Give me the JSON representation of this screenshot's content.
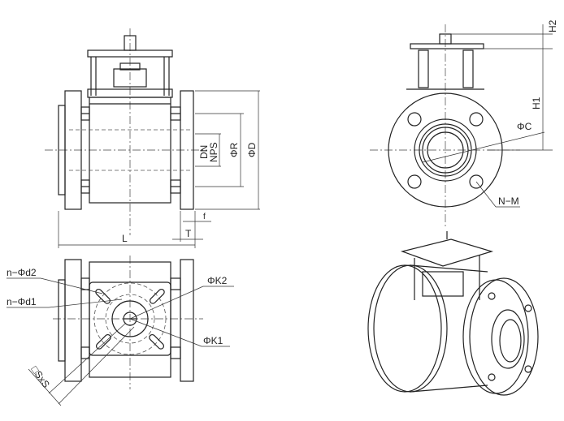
{
  "front_view": {
    "labels": {
      "L": "L",
      "T": "T",
      "f": "f",
      "DN": "DN",
      "NPS": "NPS",
      "R": "ΦR",
      "D": "ΦD"
    }
  },
  "top_view": {
    "labels": {
      "d2": "n−Φd2",
      "d1": "n−Φd1",
      "K2": "ΦK2",
      "K1": "ΦK1",
      "S": "□SxS"
    }
  },
  "side_view": {
    "labels": {
      "H2": "H2",
      "H1": "H1",
      "C": "ΦC",
      "NM": "N−M"
    }
  }
}
